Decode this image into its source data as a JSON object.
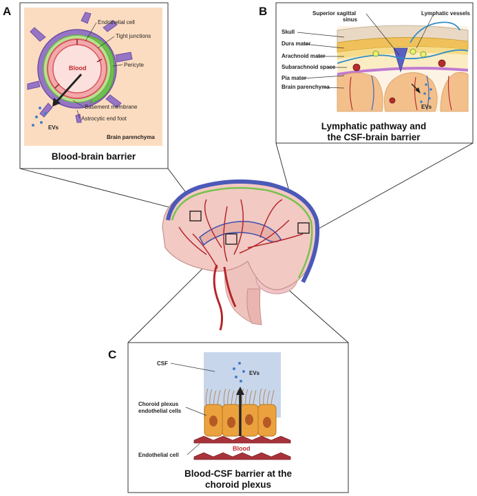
{
  "panels": {
    "a": {
      "letter": "A",
      "caption": "Blood-brain barrier",
      "labels": {
        "endothelial_cell": "Endothelial cell",
        "tight_junctions": "Tight junctions",
        "pericyte": "Pericyte",
        "blood": "Blood",
        "basement_membrane": "Basement membrane",
        "astrocytic_end_foot": "Astrocytic end foot",
        "evs": "EVs",
        "brain_parenchyma": "Brain parenchyma"
      }
    },
    "b": {
      "letter": "B",
      "caption_line1": "Lymphatic pathway and",
      "caption_line2": "the CSF-brain barrier",
      "labels": {
        "superior_sagittal_line1": "Superior sagittal",
        "superior_sagittal_line2": "sinus",
        "lymphatic_vessels": "Lymphatic vessels",
        "skull": "Skull",
        "dura_mater": "Dura mater",
        "arachnoid_mater": "Arachnoid mater",
        "subarachnoid_space": "Subarachnoid space",
        "pia_mater": "Pia mater",
        "brain_parenchyma": "Brain parenchyma",
        "evs": "EVs"
      }
    },
    "c": {
      "letter": "C",
      "caption_line1": "Blood-CSF barrier at the",
      "caption_line2": "choroid plexus",
      "labels": {
        "csf": "CSF",
        "evs": "EVs",
        "choroid_line1": "Choroid plexus",
        "choroid_line2": "endothelial cells",
        "endothelial_cell": "Endothelial cell",
        "blood": "Blood"
      }
    }
  }
}
